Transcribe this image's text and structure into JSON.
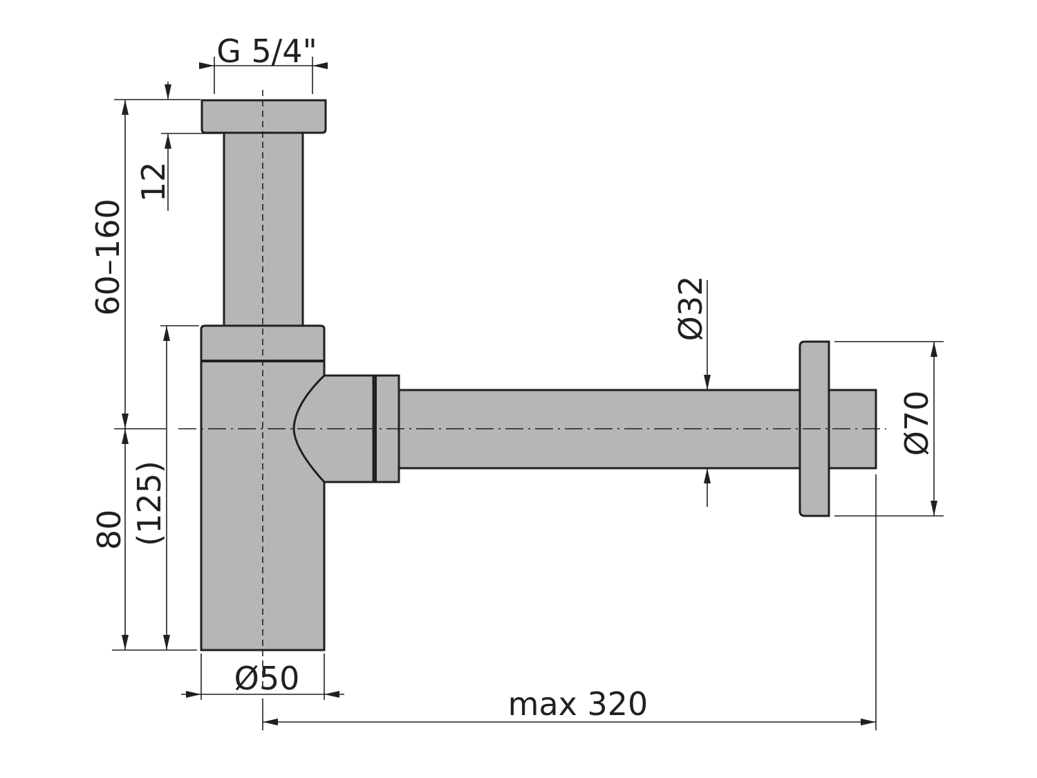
{
  "dimensions": {
    "thread": "G 5/4\"",
    "flange_height": "12",
    "inlet_height_range": "60–160",
    "outlet_height": "80",
    "outlet_height_alt": "(125)",
    "body_diameter": "Ø50",
    "pipe_diameter": "Ø32",
    "rosette_diameter": "Ø70",
    "max_length": "max 320"
  },
  "colors": {
    "part_fill": "#b5b6b8",
    "line": "#231f20",
    "background": "#ffffff"
  }
}
